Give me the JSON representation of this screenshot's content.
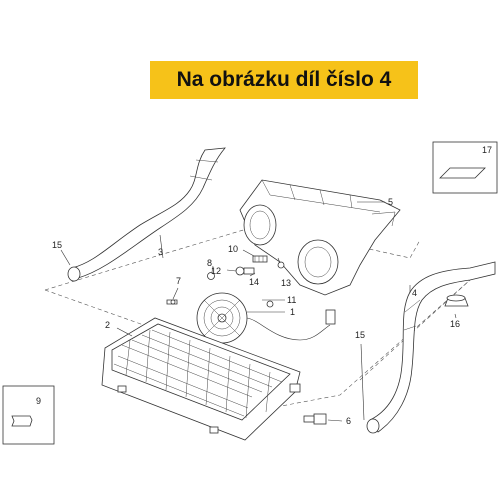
{
  "banner": {
    "text": "Na obrázku díl číslo 4"
  },
  "callouts": [
    "1",
    "2",
    "3",
    "4",
    "5",
    "6",
    "7",
    "8",
    "9",
    "10",
    "11",
    "12",
    "13",
    "14",
    "15",
    "15",
    "16",
    "17"
  ],
  "colors": {
    "banner_bg": "#f6c219",
    "line": "#333333"
  }
}
